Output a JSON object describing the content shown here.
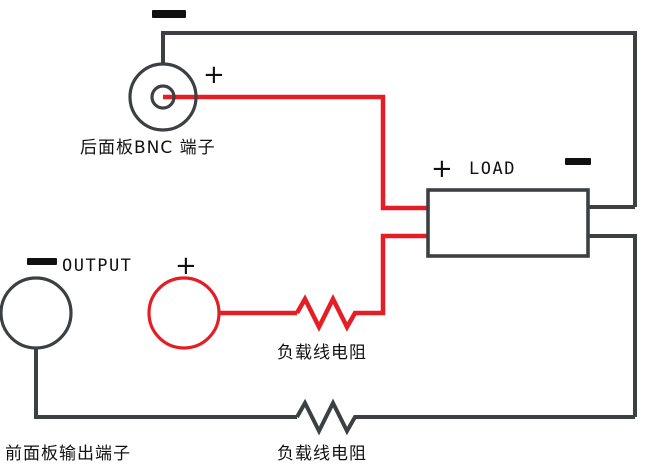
{
  "diagram": {
    "title": "remote-sensing-load-wiring-diagram",
    "colors": {
      "wire_positive": "#e31e24",
      "wire_negative": "#3d4042",
      "text": "#111111",
      "background": "#ffffff"
    },
    "labels": {
      "rear_bnc": "后面板BNC 端子",
      "front_output": "前面板输出端子",
      "output": "OUTPUT",
      "load": "LOAD",
      "load_wire_resistance_upper": "负载线电阻",
      "load_wire_resistance_lower": "负载线电阻",
      "plus_bnc": "+",
      "plus_front": "+",
      "plus_load": "+",
      "minus_bnc": "—",
      "minus_front": "—",
      "minus_load": "—"
    },
    "components": [
      {
        "name": "rear-panel-bnc-connector",
        "type": "bnc-connector",
        "polarity_center": "+",
        "polarity_shell": "-",
        "label": "后面板BNC 端子"
      },
      {
        "name": "front-panel-negative-terminal",
        "type": "binding-post",
        "polarity": "-",
        "label": "OUTPUT"
      },
      {
        "name": "front-panel-positive-terminal",
        "type": "binding-post",
        "polarity": "+",
        "label": "+"
      },
      {
        "name": "load",
        "type": "load-box",
        "label": "LOAD",
        "terminal_left": "+",
        "terminal_right": "-"
      },
      {
        "name": "upper-load-wire-resistor",
        "type": "resistor",
        "label": "负载线电阻"
      },
      {
        "name": "lower-load-wire-resistor",
        "type": "resistor",
        "label": "负载线电阻"
      }
    ]
  }
}
